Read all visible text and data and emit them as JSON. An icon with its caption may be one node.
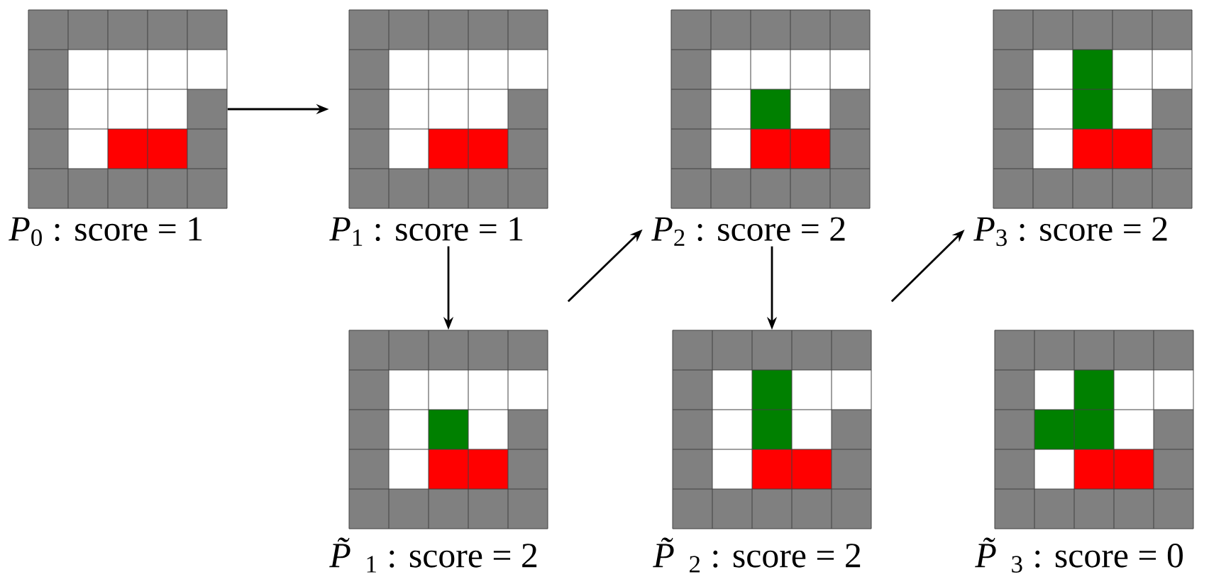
{
  "diagram": {
    "nodes": [
      {
        "text": [
          "*P*$_{0}$ : score = 1"
        ]
      },
      {
        "text": [
          "*P*$_{1}$ : score = 1"
        ]
      },
      {
        "text": [
          "*P*$_{2}$ : score = 2"
        ]
      },
      {
        "text": [
          "*P*$_{3}$ : score = 2"
        ]
      },
      {
        "text": [
          "*P̃*$_{1}$ : score = 2"
        ]
      },
      {
        "text": [
          "*P̃*$_{2}$ : score = 2"
        ]
      },
      {
        "text": [
          "*P̃*$_{3}$ : score = 0"
        ]
      }
    ],
    "edges": [
      {
        "from": 0,
        "to": 1,
        "arrow": "to"
      },
      {
        "from": 1,
        "to": 4,
        "arrow": "to"
      },
      {
        "from": 4,
        "to": 2,
        "arrow": "to"
      },
      {
        "from": 2,
        "to": 5,
        "arrow": "to"
      },
      {
        "from": 5,
        "to": 3,
        "arrow": "to"
      }
    ]
  }
}
